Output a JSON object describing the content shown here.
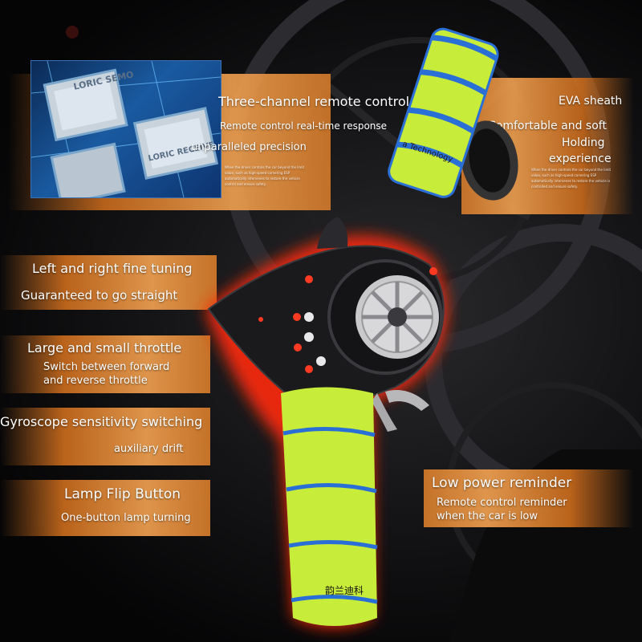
{
  "features": {
    "three_channel": {
      "title": "Three-channel remote control",
      "line1": "Remote control real-time response",
      "line2": "unparalleled precision",
      "fine_print": "When the driver controls the car beyond the limit value, such as high-speed cornering ESP automatically intervenes to restore the vehicle control and ensure safety."
    },
    "eva": {
      "title": "EVA sheath",
      "line1": "Comfortable and soft",
      "line2": "Holding",
      "line3": "experience",
      "fine_print": "When the driver controls the car beyond the limit value, such as high-speed cornering ESP automatically intervenes to restore the vehicle is controlled and ensure safety."
    },
    "fine_tuning": {
      "title": "Left and right fine tuning",
      "sub": "Guaranteed to go straight"
    },
    "throttle": {
      "title": "Large and small throttle",
      "sub1": "Switch between forward",
      "sub2": "and reverse throttle"
    },
    "gyroscope": {
      "title": "Gyroscope sensitivity switching",
      "sub": "auxiliary drift"
    },
    "lamp": {
      "title": "Lamp Flip Button",
      "sub": "One-button lamp turning"
    },
    "low_power": {
      "title": "Low power reminder",
      "sub1": "Remote control reminder",
      "sub2": "when the car is low"
    }
  },
  "product_text": {
    "chip1": "LORIC SEMO",
    "chip2": "LORIC RECEIVE",
    "sheath_print": "a Technology",
    "grip_print": "韵兰迪科"
  },
  "colors": {
    "accent_orange": "#e8923a",
    "foam_green": "#c8ec3a",
    "foam_blue": "#2a6fd6",
    "glow_red": "#ff2a10"
  }
}
